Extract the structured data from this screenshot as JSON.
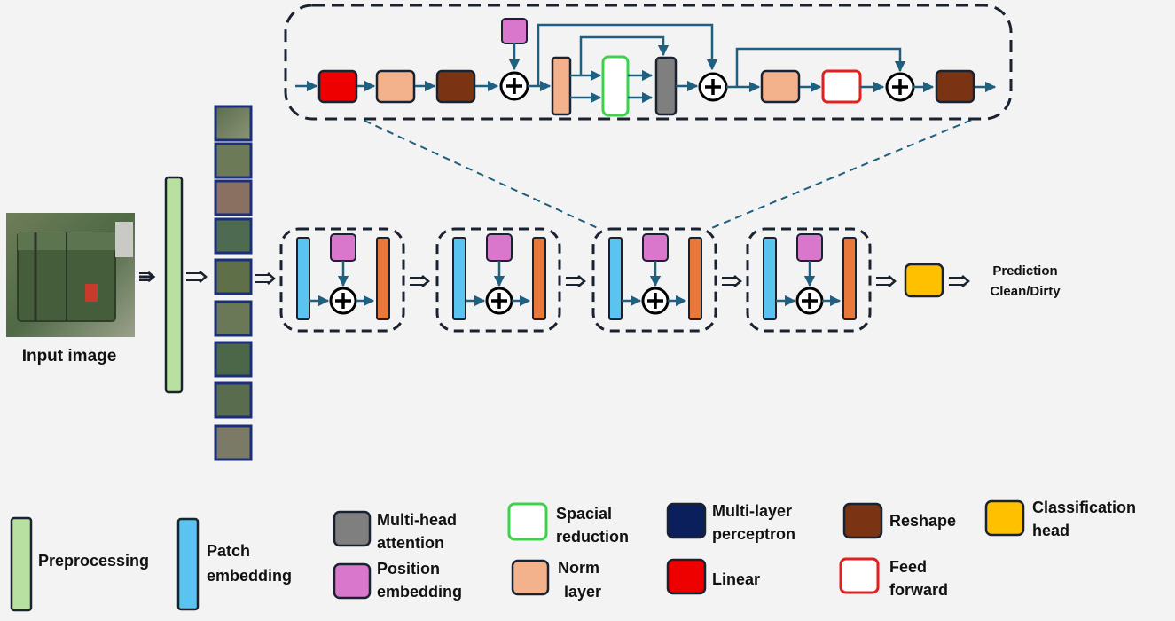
{
  "input": {
    "label": "Input image"
  },
  "output": {
    "line1": "Prediction",
    "line2": "Clean/Dirty"
  },
  "legend": {
    "preprocessing": "Preprocessing",
    "patch_embedding": [
      "Patch",
      "embedding"
    ],
    "multi_head_attention": [
      "Multi-head",
      "attention"
    ],
    "position_embedding": [
      "Position",
      "embedding"
    ],
    "spacial_reduction": [
      "Spacial",
      "reduction"
    ],
    "norm_layer": [
      "Norm",
      "layer"
    ],
    "multi_layer_perceptron": [
      "Multi-layer",
      "perceptron"
    ],
    "linear": "Linear",
    "reshape": "Reshape",
    "feed_forward": [
      "Feed",
      "forward"
    ],
    "classification_head": [
      "Classification",
      "head"
    ]
  },
  "colors": {
    "preprocessing": "#b8e0a0",
    "patch_embedding": "#5bc3ef",
    "encoder_out": "#e8793a",
    "position_embedding": "#d877cc",
    "multi_head_attention": "#7f7f7f",
    "spacial_reduction_border": "#3fd14b",
    "norm_layer": "#f4b28c",
    "multi_layer_perceptron": "#0b1f5c",
    "linear": "#ee0000",
    "reshape": "#7b3413",
    "feed_forward_border": "#e22020",
    "classification_head": "#ffc000",
    "arrow": "#1f5f7f",
    "outline": "#1a2230"
  },
  "icons": [
    "image-thumbnail",
    "patch-thumbnail",
    "plus-circle-icon",
    "arrow-right-icon",
    "double-arrow-icon"
  ],
  "patch_count": 9,
  "encoder_block_count": 4
}
